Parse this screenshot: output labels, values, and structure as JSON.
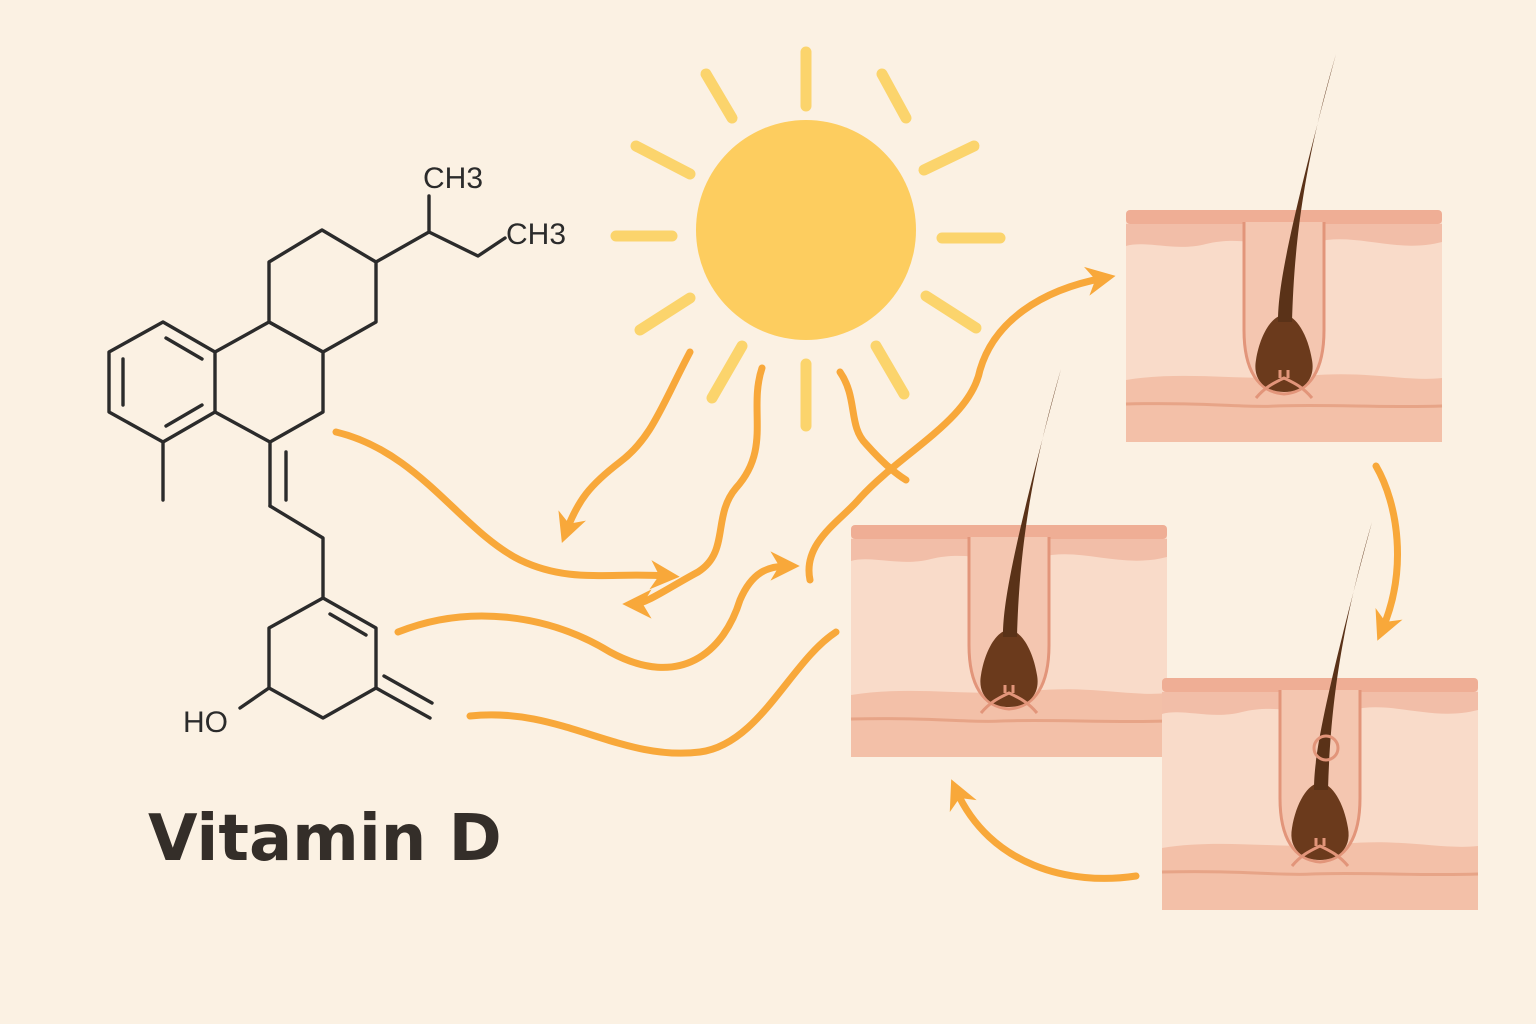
{
  "title": "Vitamin D",
  "molecule": {
    "labels": {
      "ch3_top": "CH3",
      "ch3_right": "CH3",
      "hydroxyl": "HO"
    }
  },
  "colors": {
    "background": "#fbf1e3",
    "sun": "#fdcd5f",
    "sun_rays": "#fbd46c",
    "arrows": "#f8a83a",
    "skin_surface": "#f0b8a0",
    "skin_dermis": "#f9d9c6",
    "hair": "#5a3218",
    "bond_lines": "#2b2b2b"
  },
  "icons": [
    "sun-icon",
    "hair-follicle-icon",
    "arrow-icon",
    "molecule-structure-icon"
  ],
  "follicle_panels": [
    "panel-top-right",
    "panel-center",
    "panel-bottom-right"
  ]
}
